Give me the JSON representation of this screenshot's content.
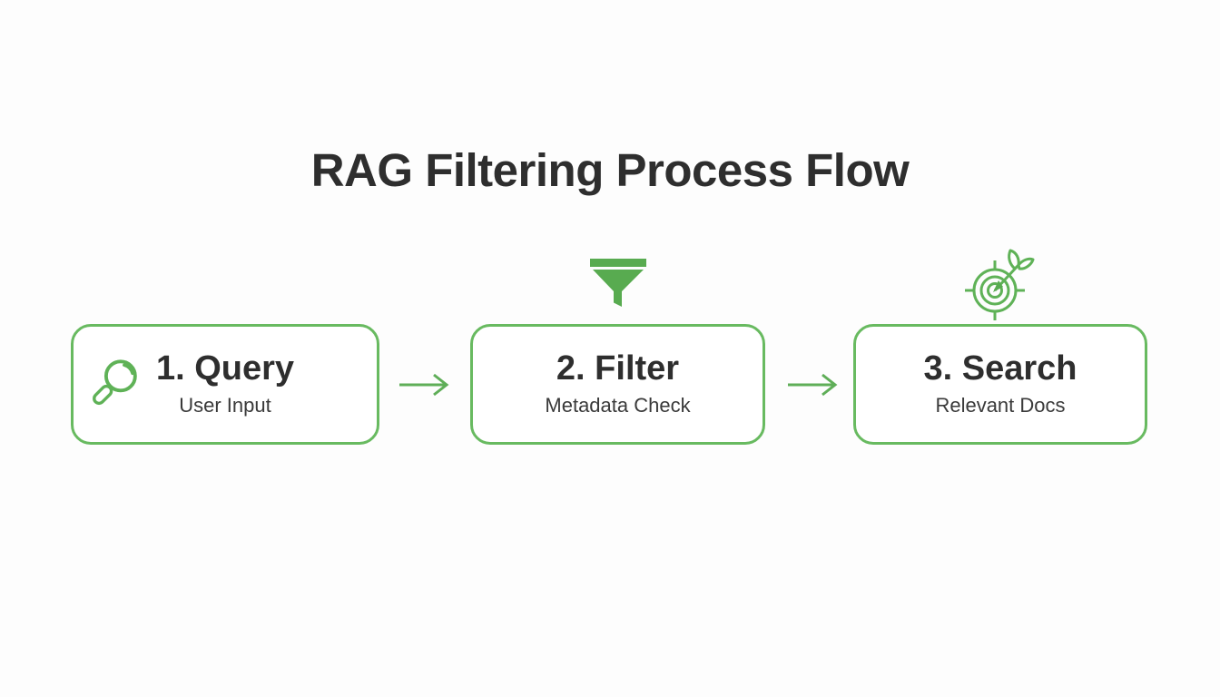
{
  "title": "RAG Filtering Process Flow",
  "flow": {
    "steps": [
      {
        "title": "1. Query",
        "subtitle": "User Input",
        "icon": "magnifier-icon"
      },
      {
        "title": "2. Filter",
        "subtitle": "Metadata Check",
        "icon": "funnel-icon"
      },
      {
        "title": "3. Search",
        "subtitle": "Relevant Docs",
        "icon": "target-icon"
      }
    ],
    "connector": "right-arrow"
  },
  "colors": {
    "accent_green": "#58ab50",
    "border_green": "#68ba60",
    "title_text": "#2e2e2e",
    "subtitle_text": "#3a3a3a",
    "background": "#fdfdfd"
  }
}
